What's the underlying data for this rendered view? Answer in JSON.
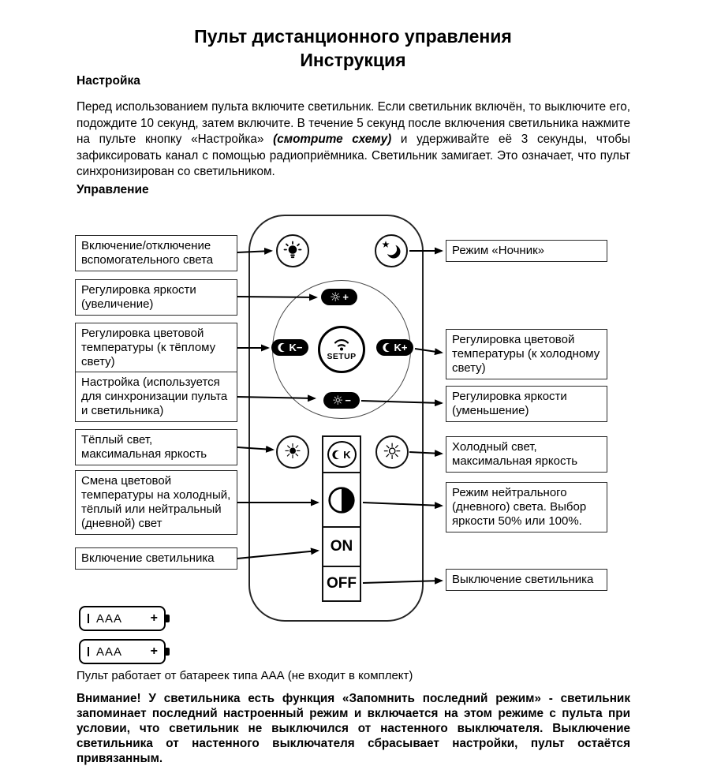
{
  "page": {
    "title_line1": "Пульт дистанционного управления",
    "title_line2": "Инструкция"
  },
  "setup": {
    "heading": "Настройка",
    "p1": "Перед использованием пульта включите светильник. Если светильник включён, то выключите его, подождите 10 секунд, затем включите. В течение 5 секунд после включения светильника нажмите на пульте кнопку «Настройка»",
    "p_italic": "(смотрите схему)",
    "p2": "и удерживайте её 3 секунды, чтобы зафиксировать канал с помощью радиоприёмника. Светильник замигает. Это означает, что пульт синхронизирован со светильником."
  },
  "control": {
    "heading": "Управление"
  },
  "remote": {
    "setup_label": "SETUP",
    "on_label": "ON",
    "off_label": "OFF",
    "k_minus_label": "K−",
    "k_plus_label": "K+",
    "k_label": "K",
    "plus": "+",
    "minus": "−",
    "sun_glyph": "☼",
    "sun_filled_glyph": "☀",
    "sun_outline_glyph": "☼"
  },
  "callouts_left": [
    {
      "label": "Включение/отключение вспомогательного света"
    },
    {
      "label": "Регулировка яркости (увеличение)"
    },
    {
      "label": "Регулировка цветовой температуры (к тёплому свету)"
    },
    {
      "label": "Настройка (используется для синхронизации пульта и светильника)"
    },
    {
      "label": "Тёплый свет, максимальная яркость"
    },
    {
      "label": "Смена цветовой температуры на холодный, тёплый или нейтральный (дневной) свет"
    },
    {
      "label": "Включение светильника"
    }
  ],
  "callouts_right": [
    {
      "label": "Режим «Ночник»"
    },
    {
      "label": "Регулировка цветовой температуры (к холодному свету)"
    },
    {
      "label": "Регулировка яркости (уменьшение)"
    },
    {
      "label": "Холодный свет, максимальная яркость"
    },
    {
      "label": "Режим нейтрального (дневного) света. Выбор яркости 50% или 100%."
    },
    {
      "label": "Выключение светильника"
    }
  ],
  "battery": {
    "label": "AAA",
    "plus": "+",
    "note": "Пульт работает от батареек типа ААА (не входит в комплект)"
  },
  "warning": "Внимание! У светильника есть функция «Запомнить последний режим» - светильник запоминает последний настроенный режим и включается на этом режиме с пульта при условии, что светильник не выключился от настенного выключателя. Выключение светильника от настенного выключателя сбрасывает настройки, пульт остаётся привязанным."
}
